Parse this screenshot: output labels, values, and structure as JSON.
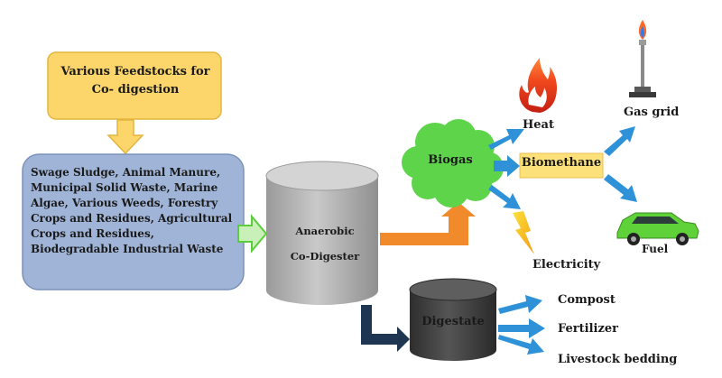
{
  "diagram": {
    "feedstock_title": "Various Feedstocks for Co- digestion",
    "feedstock_list": "Swage Sludge, Animal Manure, Municipal Solid Waste, Marine Algae, Various Weeds, Forestry Crops and Residues, Agricultural Crops and Residues, Biodegradable Industrial Waste",
    "digester_line1": "Anaerobic",
    "digester_line2": "Co-Digester",
    "biogas": "Biogas",
    "heat": "Heat",
    "biomethane": "Biomethane",
    "gas_grid": "Gas grid",
    "fuel": "Fuel",
    "electricity": "Electricity",
    "digestate": "Digestate",
    "compost": "Compost",
    "fertilizer": "Fertilizer",
    "livestock_bedding": "Livestock bedding"
  },
  "colors": {
    "feedstock_box": "#fcd66b",
    "feedstock_border": "#e2b53e",
    "list_box": "#9fb4d6",
    "list_border": "#7b91b8",
    "digester": "#b4b4b4",
    "digestate": "#3f3f3f",
    "biogas_cloud": "#5ed44a",
    "biomethane_box": "#fce07a",
    "blue_arrow": "#2f92d8",
    "orange_arrow": "#f08a2a",
    "green_arrow": "#c8f0b8",
    "navy_arrow": "#1f3653",
    "car": "#5fd23a"
  },
  "icons": [
    "flame-icon",
    "gas-burner-icon",
    "lightning-icon",
    "car-icon"
  ]
}
